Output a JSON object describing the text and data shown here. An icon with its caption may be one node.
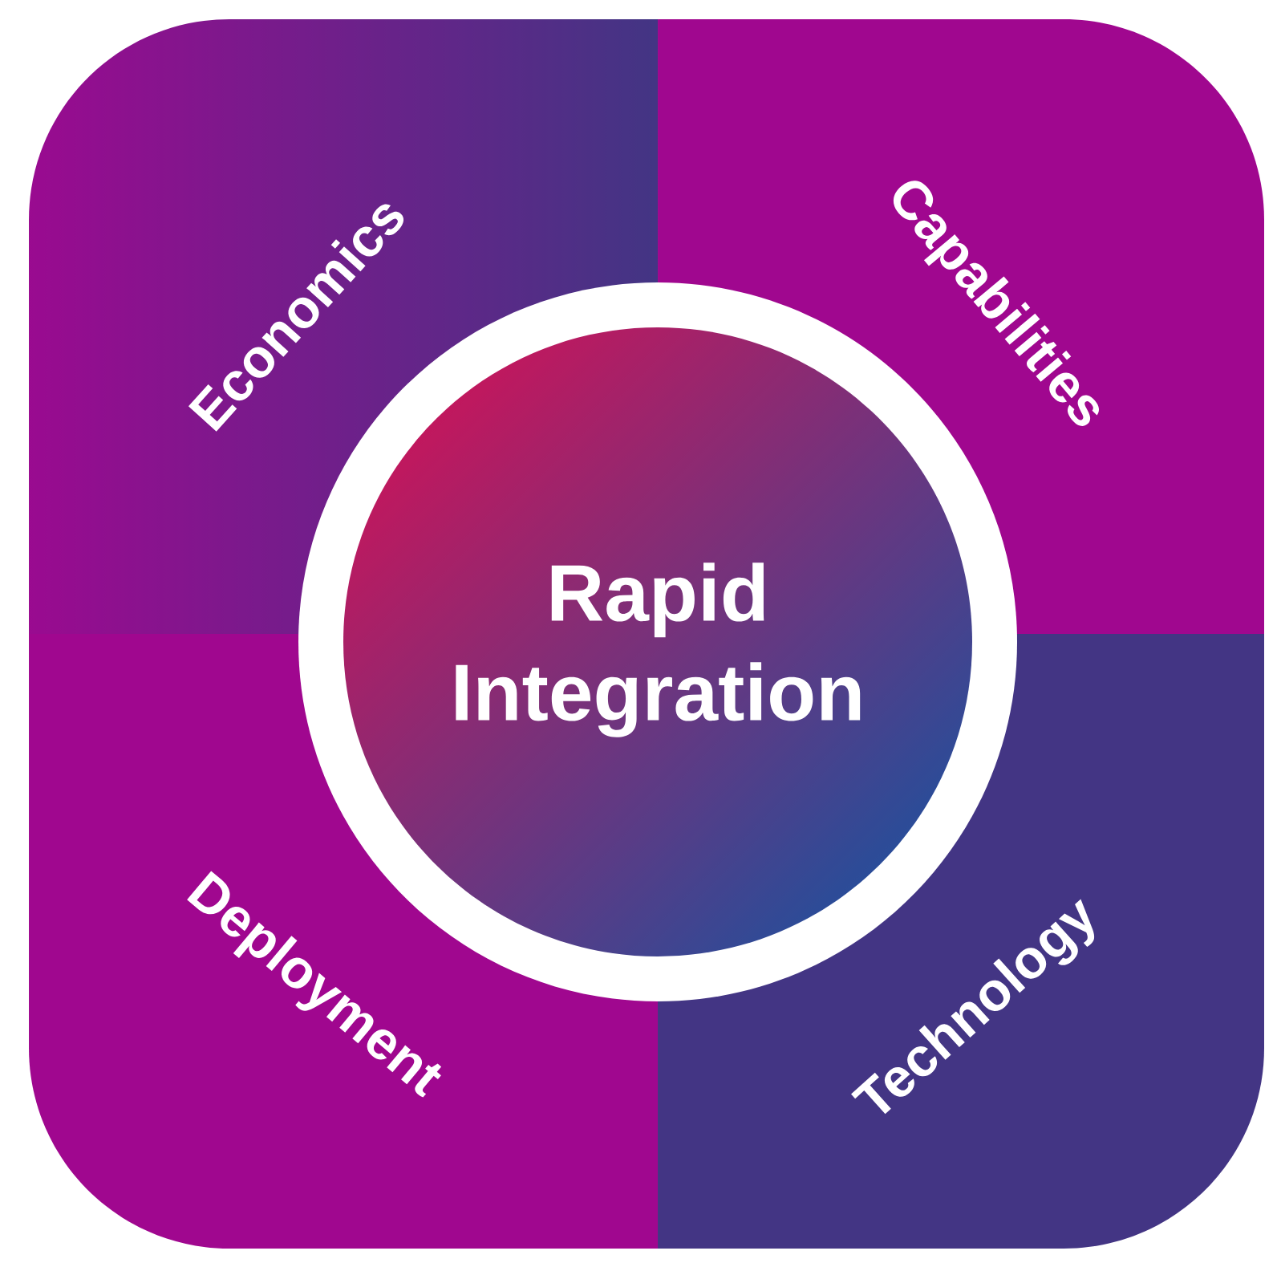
{
  "diagram": {
    "nodes": [
      {
        "text": [
          "Economics"
        ]
      },
      {
        "text": [
          "Capabilities"
        ]
      },
      {
        "text": [
          "Rapid Integration"
        ]
      },
      {
        "text": [
          "Deployment"
        ]
      },
      {
        "text": [
          "Technology"
        ]
      }
    ]
  }
}
